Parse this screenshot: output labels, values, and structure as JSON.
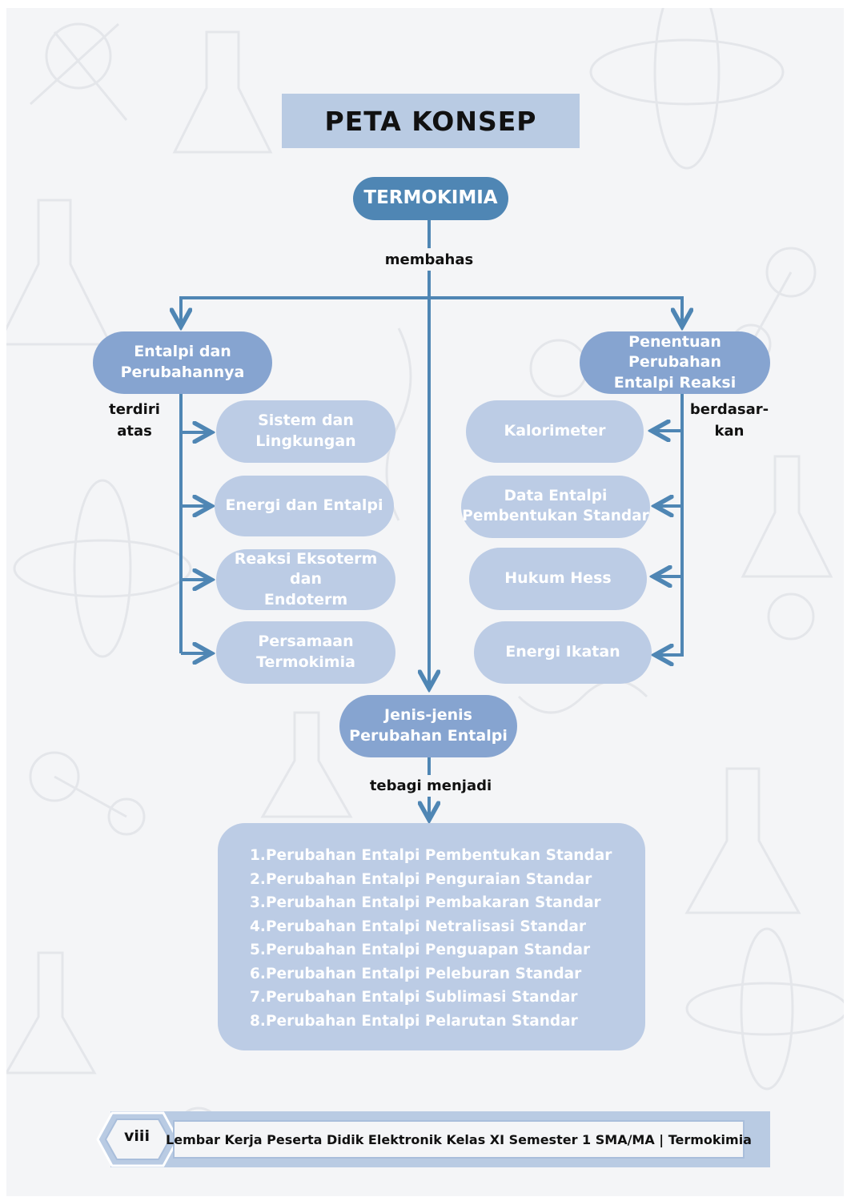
{
  "title": "PETA KONSEP",
  "root": "TERMOKIMIA",
  "connector_root": "membahas",
  "left_branch": {
    "label": [
      "Entalpi dan",
      "Perubahannya"
    ],
    "connector": [
      "terdiri",
      "atas"
    ],
    "items": [
      [
        "Sistem dan",
        "Lingkungan"
      ],
      [
        "Energi dan Entalpi"
      ],
      [
        "Reaksi Eksoterm dan",
        "Endoterm"
      ],
      [
        "Persamaan",
        "Termokimia"
      ]
    ]
  },
  "right_branch": {
    "label": [
      "Penentuan Perubahan",
      "Entalpi Reaksi"
    ],
    "connector": [
      "berdasar-",
      "kan"
    ],
    "items": [
      [
        "Kalorimeter"
      ],
      [
        "Data Entalpi",
        "Pembentukan Standar"
      ],
      [
        "Hukum Hess"
      ],
      [
        "Energi Ikatan"
      ]
    ]
  },
  "bottom_node": [
    "Jenis-jenis",
    "Perubahan Entalpi"
  ],
  "connector_bottom": "tebagi menjadi",
  "list_items": [
    {
      "num": "1.",
      "text": "Perubahan Entalpi Pembentukan Standar"
    },
    {
      "num": "2.",
      "text": "Perubahan Entalpi Penguraian Standar"
    },
    {
      "num": "3.",
      "text": "Perubahan Entalpi Pembakaran Standar"
    },
    {
      "num": "4.",
      "text": "Perubahan Entalpi Netralisasi Standar"
    },
    {
      "num": "5.",
      "text": "Perubahan Entalpi Penguapan Standar"
    },
    {
      "num": "6.",
      "text": "Perubahan Entalpi Peleburan Standar"
    },
    {
      "num": "7.",
      "text": "Perubahan Entalpi Sublimasi Standar"
    },
    {
      "num": "8.",
      "text": "Perubahan Entalpi Pelarutan Standar"
    }
  ],
  "footer": {
    "page_number": "viii",
    "text": "Lembar Kerja Peserta Didik Elektronik Kelas XI Semester 1  SMA/MA | Termokimia"
  },
  "colors": {
    "root": "#4f86b4",
    "mid": "#86a4d0",
    "leaf": "#bccce5",
    "arrow": "#4f86b4",
    "title_box": "#b9cbe3"
  }
}
